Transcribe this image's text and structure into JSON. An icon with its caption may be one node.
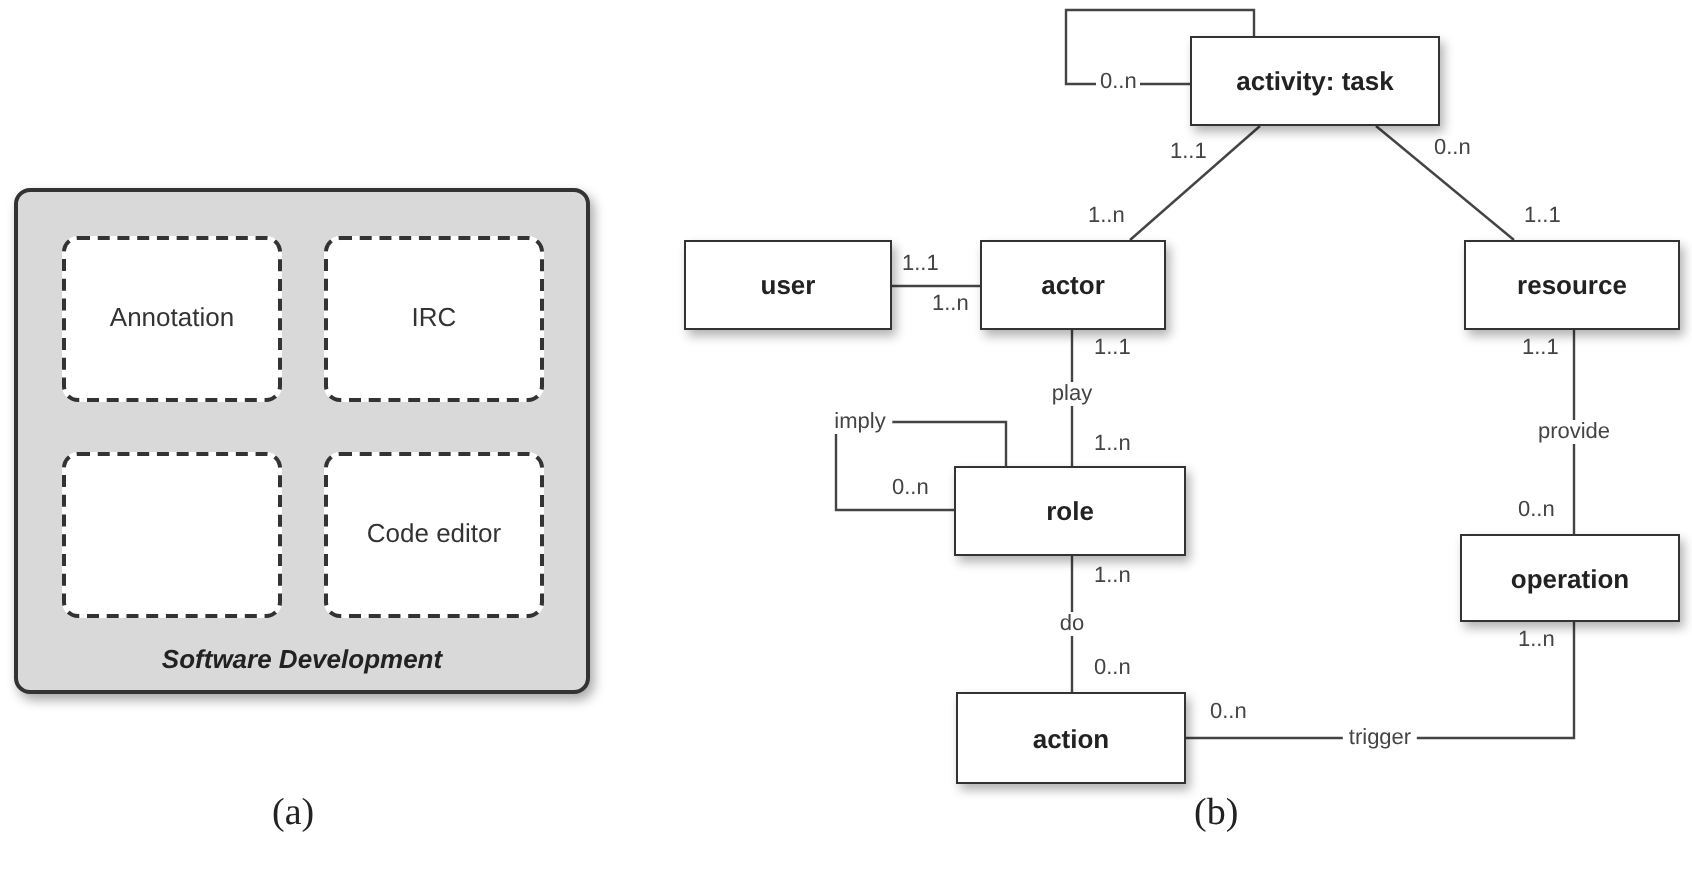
{
  "diagram": {
    "nodes": [
      {
        "text": [
          "Software Development"
        ]
      },
      {
        "text": [
          "Annotation"
        ],
        "in": 0
      },
      {
        "text": [
          "IRC"
        ],
        "in": 0
      },
      {
        "text": [],
        "shape": "box",
        "in": 0
      },
      {
        "text": [
          "Code editor"
        ],
        "in": 0
      },
      {
        "text": [
          "activity: task"
        ]
      },
      {
        "text": [
          "user"
        ]
      },
      {
        "text": [
          "actor"
        ]
      },
      {
        "text": [
          "resource"
        ]
      },
      {
        "text": [
          "role"
        ]
      },
      {
        "text": [
          "operation"
        ]
      },
      {
        "text": [
          "action"
        ]
      }
    ],
    "edges": [
      {
        "from": 5,
        "to": 5,
        "arrow": "none"
      },
      {
        "from": 5,
        "to": 7,
        "arrow": "none"
      },
      {
        "from": 5,
        "to": 8,
        "arrow": "none"
      },
      {
        "from": 6,
        "to": 7,
        "arrow": "none"
      },
      {
        "from": 7,
        "to": 9,
        "arrow": "none",
        "label": "play"
      },
      {
        "from": 9,
        "to": 9,
        "arrow": "none",
        "label": "imply"
      },
      {
        "from": 9,
        "to": 11,
        "arrow": "none",
        "label": "do"
      },
      {
        "from": 8,
        "to": 10,
        "arrow": "none",
        "label": "provide"
      },
      {
        "from": 11,
        "to": 10,
        "arrow": "none",
        "label": "trigger"
      }
    ],
    "labels": [
      "0..n",
      "1..1",
      "0..n",
      "1..n",
      "1..1",
      "1..1",
      "1..n",
      "1..1",
      "1..1",
      "1..n",
      "0..n",
      "0..n",
      "1..n",
      "1..n",
      "0..n",
      "0..n",
      "(a)",
      "(b)"
    ]
  }
}
